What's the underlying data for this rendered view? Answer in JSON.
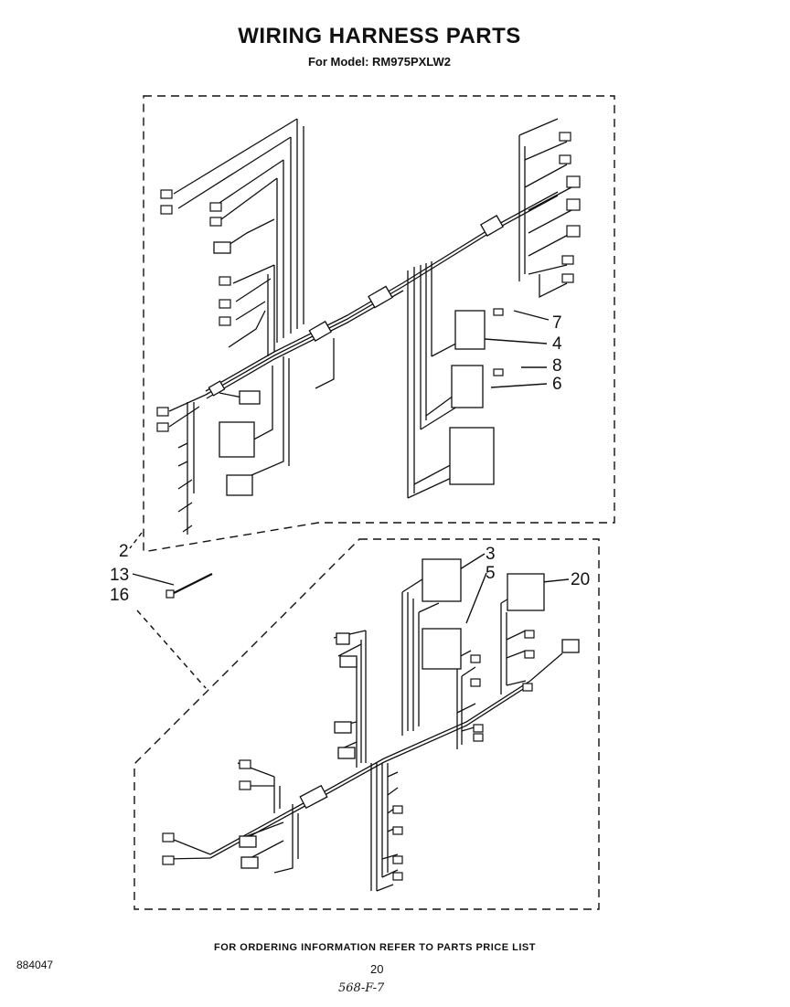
{
  "header": {
    "title": "WIRING HARNESS PARTS",
    "subtitle": "For Model: RM975PXLW2"
  },
  "callouts": {
    "c2": "2",
    "c3": "3",
    "c4": "4",
    "c5": "5",
    "c6": "6",
    "c7": "7",
    "c8": "8",
    "c13": "13",
    "c16": "16",
    "c20": "20"
  },
  "footer": {
    "ordering_note": "FOR ORDERING INFORMATION REFER TO PARTS PRICE LIST",
    "doc_number": "884047",
    "page_number": "20",
    "handwritten_code": "568-F-7"
  }
}
